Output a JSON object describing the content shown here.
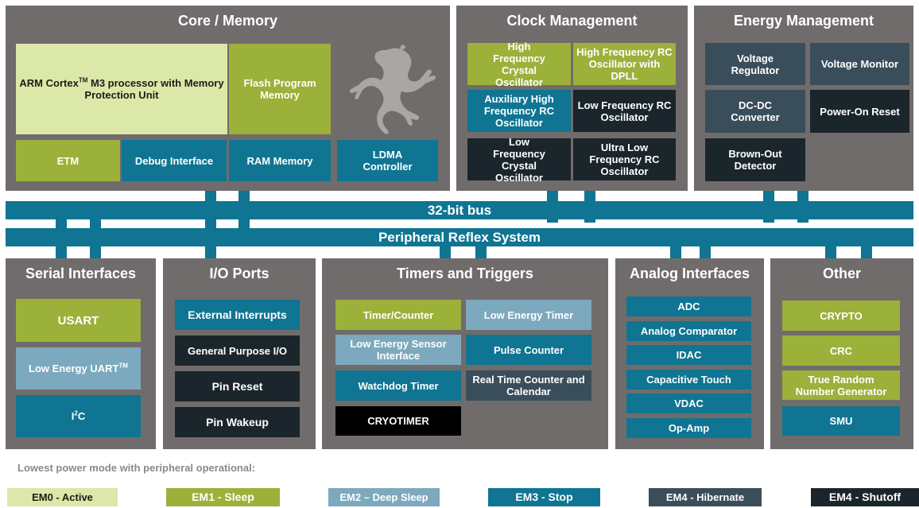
{
  "core_memory": {
    "title": "Core / Memory",
    "arm": "ARM Cortex",
    "arm_tm": "TM",
    "arm_rest": " M3 processor with Memory Protection Unit",
    "flash": "Flash Program Memory",
    "etm": "ETM",
    "debug": "Debug Interface",
    "ram": "RAM Memory",
    "ldma": "LDMA Controller"
  },
  "clock": {
    "title": "Clock Management",
    "hfxo": "High Frequency Crystal Oscillator",
    "hfrco": "High Frequency RC Oscillator with DPLL",
    "auxhfrco": "Auxiliary High Frequency RC Oscillator",
    "lfrco": "Low Frequency RC Oscillator",
    "lfxo": "Low Frequency Crystal Oscillator",
    "ulfrco": "Ultra Low Frequency RC Oscillator"
  },
  "energy": {
    "title": "Energy Management",
    "vreg": "Voltage Regulator",
    "vmon": "Voltage Monitor",
    "dcdc": "DC-DC Converter",
    "por": "Power-On Reset",
    "bod": "Brown-Out Detector"
  },
  "bus": {
    "bus32": "32-bit bus",
    "prs": "Peripheral Reflex System"
  },
  "serial": {
    "title": "Serial Interfaces",
    "usart": "USART",
    "leuart": "Low Energy UART",
    "leuart_tm": "TM",
    "i2c_i": "I",
    "i2c_sup": "2",
    "i2c_c": "C"
  },
  "io": {
    "title": "I/O Ports",
    "extint": "External Interrupts",
    "gpio": "General Purpose I/O",
    "pinreset": "Pin Reset",
    "pinwakeup": "Pin Wakeup"
  },
  "timers": {
    "title": "Timers and Triggers",
    "timer": "Timer/Counter",
    "letimer": "Low Energy Timer",
    "lesense": "Low Energy Sensor Interface",
    "pcnt": "Pulse Counter",
    "wdog": "Watchdog Timer",
    "rtcc": "Real Time Counter and Calendar",
    "cryotimer": "CRYOTIMER"
  },
  "analog": {
    "title": "Analog Interfaces",
    "adc": "ADC",
    "acmp": "Analog Comparator",
    "idac": "IDAC",
    "csen": "Capacitive Touch",
    "vdac": "VDAC",
    "opamp": "Op-Amp"
  },
  "other": {
    "title": "Other",
    "crypto": "CRYPTO",
    "crc": "CRC",
    "trng": "True Random Number Generator",
    "smu": "SMU"
  },
  "legend": {
    "title": "Lowest power mode with peripheral operational:",
    "em0": "EM0 - Active",
    "em1": "EM1 - Sleep",
    "em2": "EM2 – Deep Sleep",
    "em3": "EM3 - Stop",
    "em4h": "EM4 - Hibernate",
    "em4s": "EM4 - Shutoff"
  },
  "colors": {
    "em0": "#dbe8a7",
    "em1": "#9bb13a",
    "em2": "#7ca9bd",
    "em3": "#0f7592",
    "em4_hibernate": "#3a4d5a",
    "em4_shutoff": "#1b262c",
    "panel": "#706c6b"
  },
  "icons": {
    "logo": "gecko-logo-icon"
  }
}
